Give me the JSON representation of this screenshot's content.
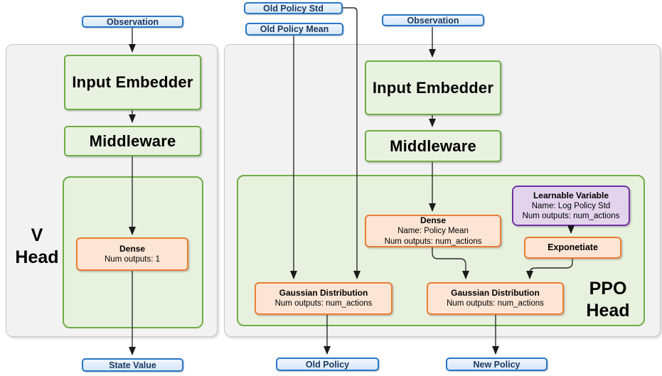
{
  "diagram_title": "PPO Actor-Critic network heads diagram",
  "palette": {
    "badge_border": "#2677c8",
    "badge_fill": "#dce9f7",
    "badge_text": "#17375e",
    "green_border": "#6fad47",
    "green_fill": "#e9f2e1",
    "orange_border": "#ec7d31",
    "orange_fill": "#fce5d5",
    "purple_border": "#7030a0",
    "purple_fill": "#e3d4ee",
    "panel_fill": "#f2f2f2",
    "wire_color": "#2b2b2b"
  },
  "v_head": {
    "label_line1": "V",
    "label_line2": "Head",
    "observation": "Observation",
    "input_embedder": "Input Embedder",
    "middleware": "Middleware",
    "dense_title": "Dense",
    "dense_outputs": "Num outputs: 1",
    "state_value": "State Value"
  },
  "ppo_head": {
    "label_line1": "PPO",
    "label_line2": "Head",
    "old_policy_std": "Old Policy Std",
    "old_policy_mean": "Old Policy Mean",
    "observation": "Observation",
    "input_embedder": "Input Embedder",
    "middleware": "Middleware",
    "dense_title": "Dense",
    "dense_name": "Name: Policy Mean",
    "dense_outputs": "Num outputs: num_actions",
    "learnable_title": "Learnable Variable",
    "learnable_name": "Name: Log Policy Std",
    "learnable_outputs": "Num outputs: num_actions",
    "exponetiate": "Exponetiate",
    "gaussian_old_title": "Gaussian Distribution",
    "gaussian_old_outputs": "Num outputs: num_actions",
    "gaussian_new_title": "Gaussian Distribution",
    "gaussian_new_outputs": "Num outputs: num_actions",
    "old_policy": "Old Policy",
    "new_policy": "New Policy"
  }
}
